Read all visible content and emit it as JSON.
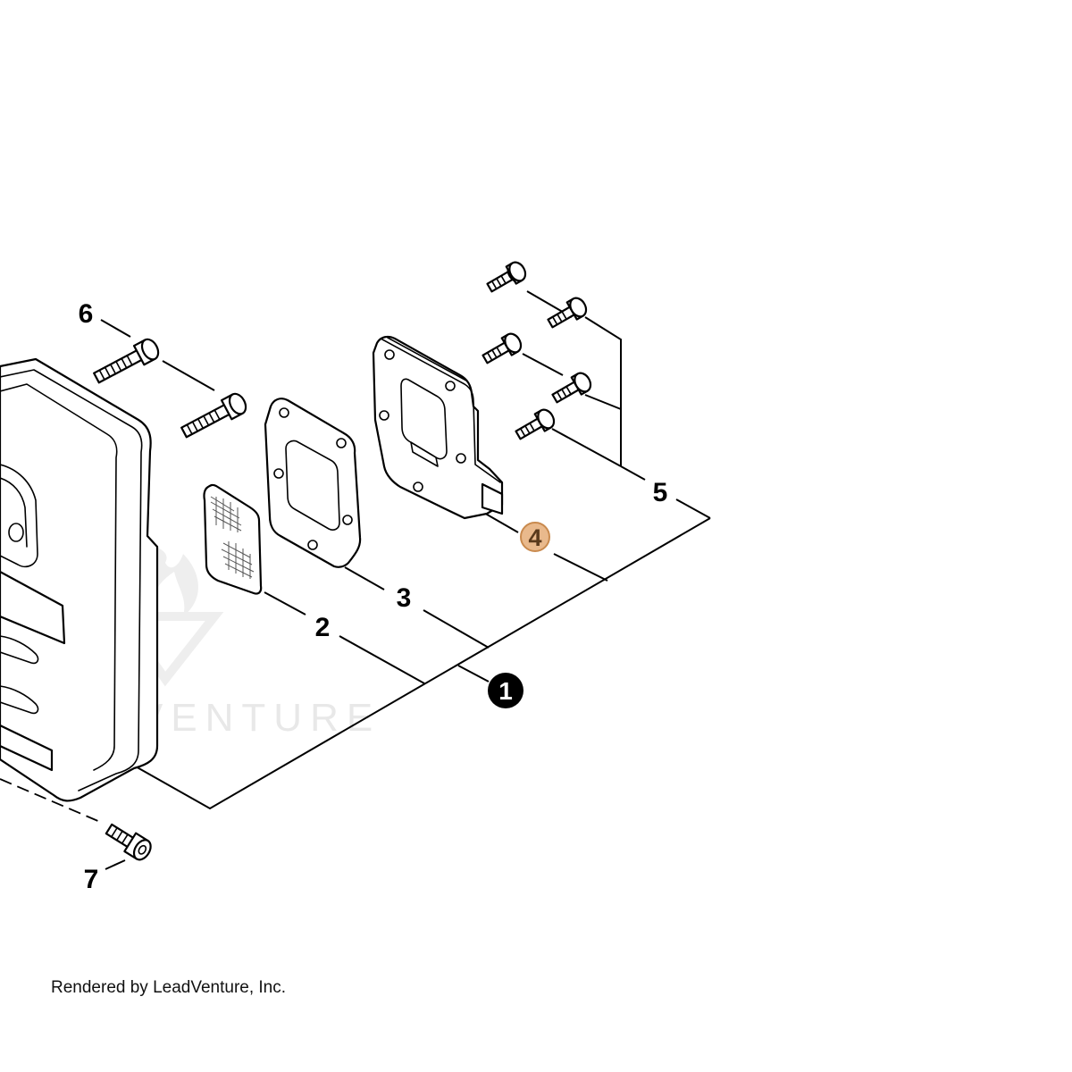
{
  "callouts": {
    "c1": "1",
    "c2": "2",
    "c3": "3",
    "c4": "4",
    "c5": "5",
    "c6": "6",
    "c7": "7"
  },
  "watermark": "LEADVENTURE",
  "footer": "Rendered by LeadVenture, Inc.",
  "colors": {
    "highlight_fill": "#e9b98c",
    "highlight_stroke": "#c98a4e",
    "callout_badge": "#000000"
  }
}
